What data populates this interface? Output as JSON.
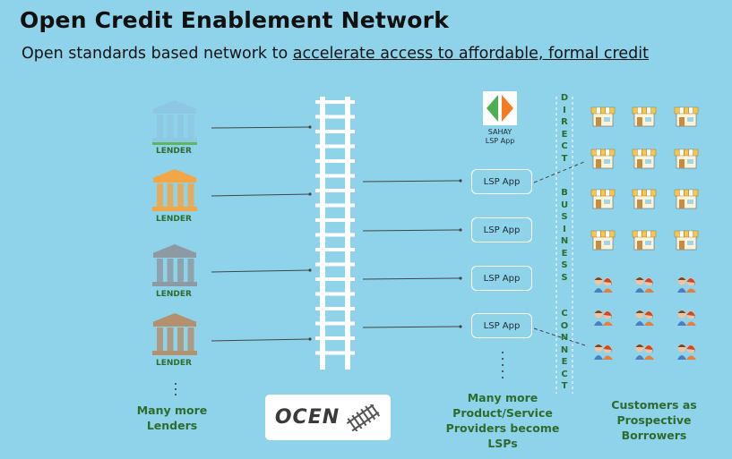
{
  "header": {
    "title": "Open Credit Enablement Network",
    "subtitle_prefix": "Open standards based network to ",
    "subtitle_link": "accelerate access to affordable, formal credit"
  },
  "lenders": [
    {
      "label": "LENDER",
      "color": "#8ec7e3"
    },
    {
      "label": "LENDER",
      "color": "#f2a646"
    },
    {
      "label": "LENDER",
      "color": "#8e9aa3"
    },
    {
      "label": "LENDER",
      "color": "#b3906e"
    }
  ],
  "many_more_lenders": [
    "Many more",
    "Lenders"
  ],
  "ocen_logo": "OCEN",
  "sahay": {
    "line1": "SAHAY",
    "line2": "LSP App"
  },
  "lsp_apps": [
    "LSP App",
    "LSP App",
    "LSP App",
    "LSP App"
  ],
  "many_more_lsps": [
    "Many more",
    "Product/Service",
    "Providers become",
    "LSPs"
  ],
  "direct_business_connect": {
    "direct": [
      "D",
      "I",
      "R",
      "E",
      "C",
      "T"
    ],
    "business": [
      "B",
      "U",
      "S",
      "I",
      "N",
      "E",
      "S",
      "S"
    ],
    "connect": [
      "C",
      "O",
      "N",
      "N",
      "E",
      "C",
      "T"
    ]
  },
  "customers_label": [
    "Customers as",
    "Prospective",
    "Borrowers"
  ],
  "colors": {
    "background": "#8fd3ea",
    "label_green": "#2e6b2e",
    "shop_awning": "#f7c64d",
    "person_orange": "#e87e3a"
  }
}
